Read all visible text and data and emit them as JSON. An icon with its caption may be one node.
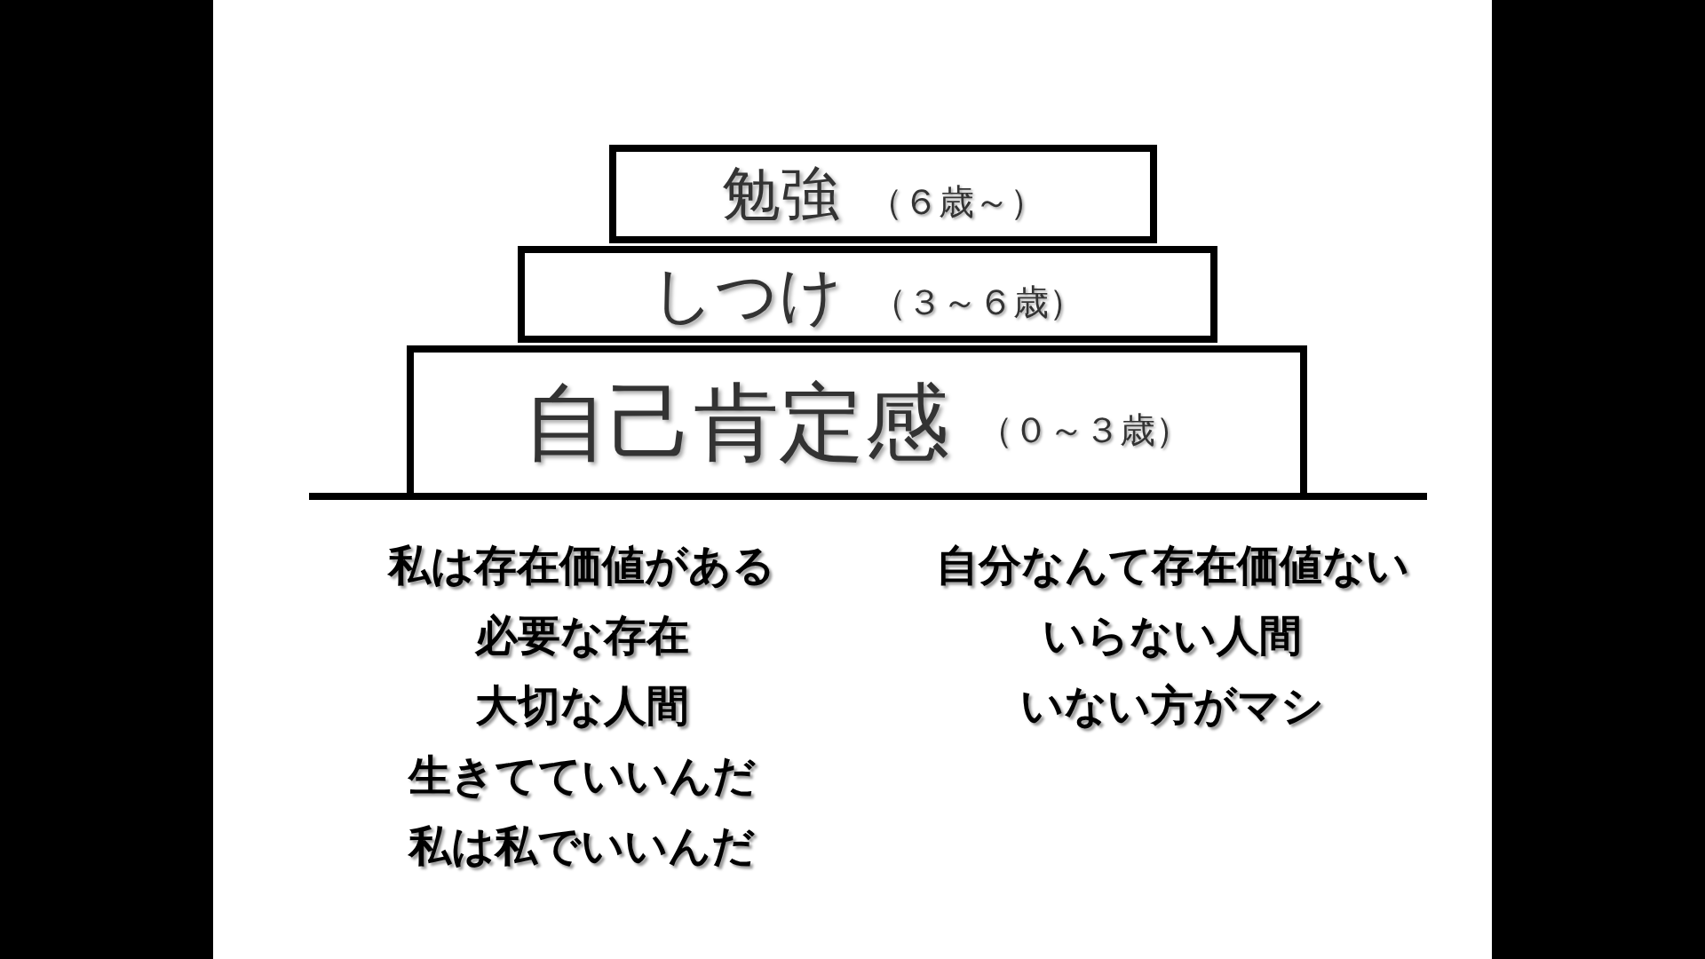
{
  "diagram": {
    "nodes": [
      {
        "text": [
          "勉強",
          "（６歳～）"
        ]
      },
      {
        "text": [
          "しつけ",
          "（３～６歳）"
        ]
      },
      {
        "text": [
          "自己肯定感",
          "（０～３歳）"
        ]
      }
    ],
    "labels": [
      "私は存在価値がある",
      "必要な存在",
      "大切な人間",
      "生きてていいんだ",
      "私は私でいいんだ",
      "自分なんて存在価値ない",
      "いらない人間",
      "いない方がマシ"
    ]
  }
}
